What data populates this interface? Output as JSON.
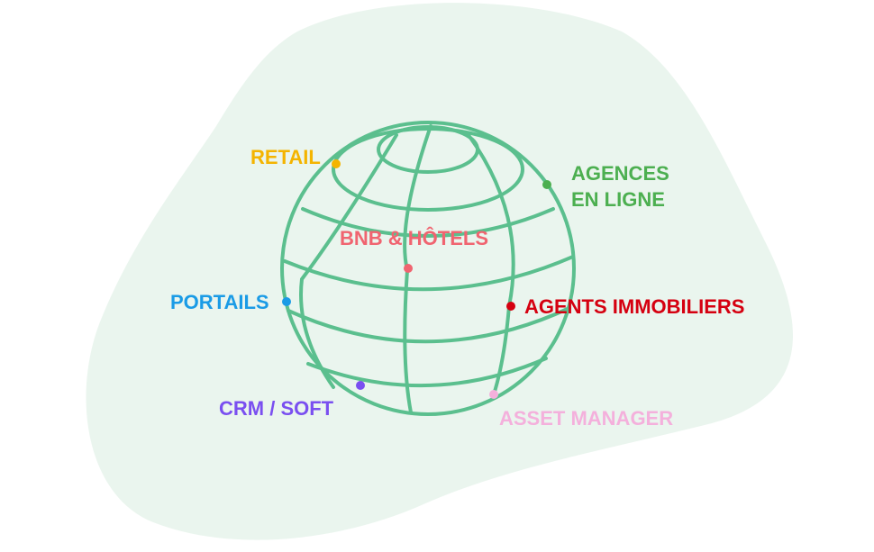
{
  "background": {
    "color": "#eaf5ee"
  },
  "globe": {
    "color": "#5bbf8e"
  },
  "labels": {
    "retail": {
      "text": "RETAIL",
      "color": "#f4b400"
    },
    "agences_line1": {
      "text": "AGENCES",
      "color": "#4caf50"
    },
    "agences_line2": {
      "text": "EN LIGNE",
      "color": "#4caf50"
    },
    "bnb": {
      "text": "BNB & HÔTELS",
      "color": "#f06470"
    },
    "portails": {
      "text": "PORTAILS",
      "color": "#1a9be6"
    },
    "agents": {
      "text": "AGENTS IMMOBILIERS",
      "color": "#d50010"
    },
    "crm": {
      "text": "CRM / SOFT",
      "color": "#7a4ff0"
    },
    "asset": {
      "text": "ASSET MANAGER",
      "color": "#f4b0dc"
    }
  }
}
